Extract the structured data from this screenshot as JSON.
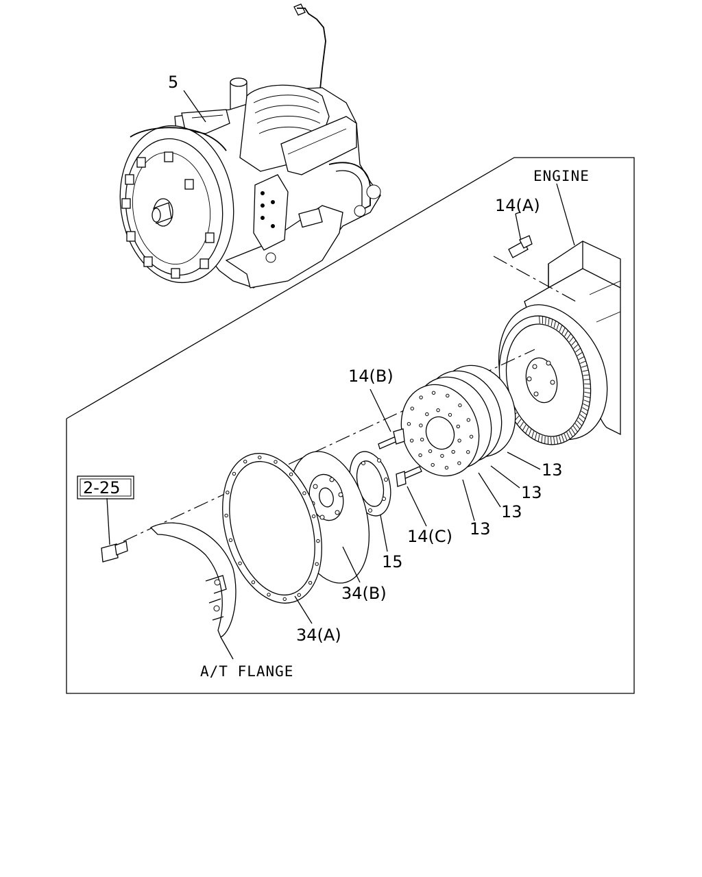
{
  "labels": {
    "part_5": "5",
    "engine": "ENGINE",
    "bolt_14a": "14(A)",
    "bolt_14b": "14(B)",
    "bolt_14c": "14(C)",
    "ref_2_25": "2-25",
    "plate_13_a": "13",
    "plate_13_b": "13",
    "plate_13_c": "13",
    "plate_13_d": "13",
    "washer_15": "15",
    "plate_34b": "34(B)",
    "plate_34a": "34(A)",
    "at_flange": "A/T FLANGE"
  }
}
